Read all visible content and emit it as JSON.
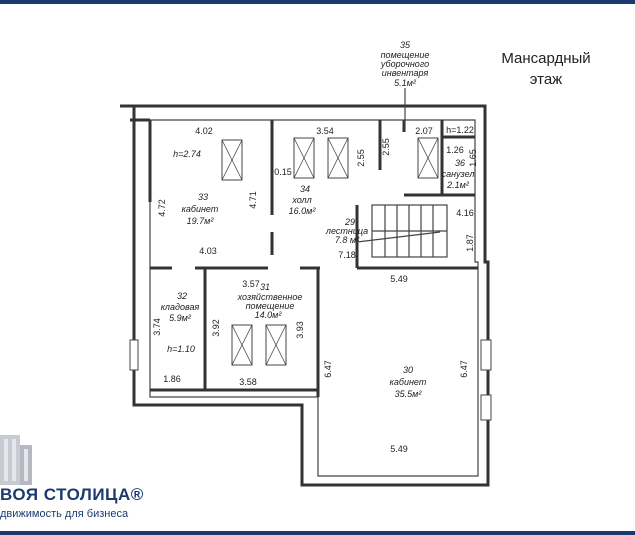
{
  "title": "Мансардный\nэтаж",
  "brand": {
    "name": "ВОЯ СТОЛИЦА®",
    "tagline": "движимость для бизнеса"
  },
  "rooms": {
    "r35": {
      "num": "35",
      "name1": "помещение",
      "name2": "уборочного",
      "name3": "инвентаря",
      "area": "5.1м²"
    },
    "r33": {
      "num": "33",
      "name": "кабинет",
      "area": "19.7м²"
    },
    "r34": {
      "num": "34",
      "name": "холл",
      "area": "16.0м²"
    },
    "r36": {
      "num": "36",
      "name": "санузел",
      "area": "2.1м²"
    },
    "r29": {
      "num": "29",
      "name": "лестница",
      "area": "7.8 м²"
    },
    "r32": {
      "num": "32",
      "name": "кладовая",
      "area": "5.9м²"
    },
    "r31": {
      "num": "31",
      "name1": "хозяйственное",
      "name2": "помещение",
      "area": "14.0м²"
    },
    "r30": {
      "num": "30",
      "name": "кабинет",
      "area": "35.5м²"
    }
  },
  "dims": {
    "d402": "4.02",
    "d354": "3.54",
    "d207": "2.07",
    "h122": "h=1.22",
    "h274": "h=2.74",
    "d255a": "2.55",
    "d255b": "2.55",
    "d126": "1.26",
    "d165": "1.65",
    "d015": "0.15",
    "d471": "4.71",
    "d472": "4.72",
    "d416": "4.16",
    "d187": "1.87",
    "d403": "4.03",
    "d718": "7.18",
    "d549a": "5.49",
    "d357": "3.57",
    "d374": "3.74",
    "d392": "3.92",
    "d393": "3.93",
    "h110": "h=1.10",
    "d186": "1.86",
    "d358": "3.58",
    "d647a": "6.47",
    "d647b": "6.47",
    "d549b": "5.49"
  }
}
